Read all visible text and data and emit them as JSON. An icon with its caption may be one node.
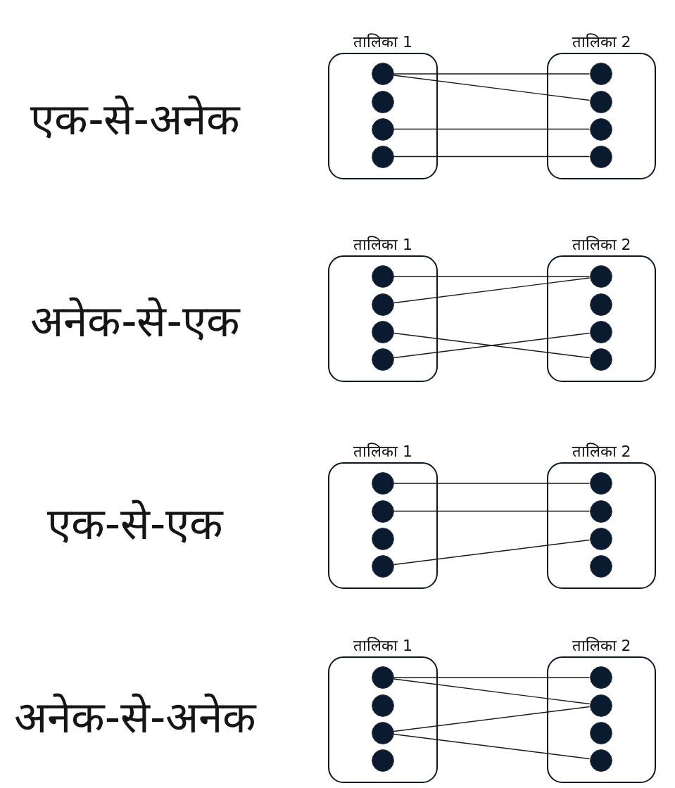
{
  "diagram": {
    "nodes": [
      {
        "text": [
          "तालिका 1"
        ]
      },
      {
        "text": [],
        "shape": "circle",
        "in": 0
      },
      {
        "text": [],
        "shape": "circle",
        "in": 0
      },
      {
        "text": [],
        "shape": "circle",
        "in": 0
      },
      {
        "text": [],
        "shape": "circle",
        "in": 0
      },
      {
        "text": [
          "तालिका 2"
        ]
      },
      {
        "text": [],
        "shape": "circle",
        "in": 5
      },
      {
        "text": [],
        "shape": "circle",
        "in": 5
      },
      {
        "text": [],
        "shape": "circle",
        "in": 5
      },
      {
        "text": [],
        "shape": "circle",
        "in": 5
      },
      {
        "text": [
          "तालिका 1"
        ]
      },
      {
        "text": [],
        "shape": "circle",
        "in": 10
      },
      {
        "text": [],
        "shape": "circle",
        "in": 10
      },
      {
        "text": [],
        "shape": "circle",
        "in": 10
      },
      {
        "text": [],
        "shape": "circle",
        "in": 10
      },
      {
        "text": [
          "तालिका 2"
        ]
      },
      {
        "text": [],
        "shape": "circle",
        "in": 15
      },
      {
        "text": [],
        "shape": "circle",
        "in": 15
      },
      {
        "text": [],
        "shape": "circle",
        "in": 15
      },
      {
        "text": [],
        "shape": "circle",
        "in": 15
      },
      {
        "text": [
          "तालिका 1"
        ]
      },
      {
        "text": [],
        "shape": "circle",
        "in": 20
      },
      {
        "text": [],
        "shape": "circle",
        "in": 20
      },
      {
        "text": [],
        "shape": "circle",
        "in": 20
      },
      {
        "text": [],
        "shape": "circle",
        "in": 20
      },
      {
        "text": [
          "तालिका 2"
        ]
      },
      {
        "text": [],
        "shape": "circle",
        "in": 25
      },
      {
        "text": [],
        "shape": "circle",
        "in": 25
      },
      {
        "text": [],
        "shape": "circle",
        "in": 25
      },
      {
        "text": [],
        "shape": "circle",
        "in": 25
      },
      {
        "text": [
          "तालिका 1"
        ]
      },
      {
        "text": [],
        "shape": "circle",
        "in": 30
      },
      {
        "text": [],
        "shape": "circle",
        "in": 30
      },
      {
        "text": [],
        "shape": "circle",
        "in": 30
      },
      {
        "text": [],
        "shape": "circle",
        "in": 30
      },
      {
        "text": [
          "तालिका 2"
        ]
      },
      {
        "text": [],
        "shape": "circle",
        "in": 35
      },
      {
        "text": [],
        "shape": "circle",
        "in": 35
      },
      {
        "text": [],
        "shape": "circle",
        "in": 35
      },
      {
        "text": [],
        "shape": "circle",
        "in": 35
      }
    ],
    "edges": [
      {
        "from": 1,
        "to": 6,
        "arrow": "none"
      },
      {
        "from": 1,
        "to": 7,
        "arrow": "none"
      },
      {
        "from": 3,
        "to": 8,
        "arrow": "none"
      },
      {
        "from": 4,
        "to": 9,
        "arrow": "none"
      },
      {
        "from": 11,
        "to": 16,
        "arrow": "none"
      },
      {
        "from": 12,
        "to": 16,
        "arrow": "none"
      },
      {
        "from": 13,
        "to": 19,
        "arrow": "none"
      },
      {
        "from": 14,
        "to": 18,
        "arrow": "none"
      },
      {
        "from": 21,
        "to": 26,
        "arrow": "none"
      },
      {
        "from": 22,
        "to": 27,
        "arrow": "none"
      },
      {
        "from": 24,
        "to": 28,
        "arrow": "none"
      },
      {
        "from": 31,
        "to": 36,
        "arrow": "none"
      },
      {
        "from": 31,
        "to": 37,
        "arrow": "none"
      },
      {
        "from": 33,
        "to": 37,
        "arrow": "none"
      },
      {
        "from": 33,
        "to": 39,
        "arrow": "none"
      }
    ],
    "labels": [
      "एक-से-अनेक",
      "अनेक-से-एक",
      "एक-से-एक",
      "अनेक-से-अनेक"
    ]
  }
}
